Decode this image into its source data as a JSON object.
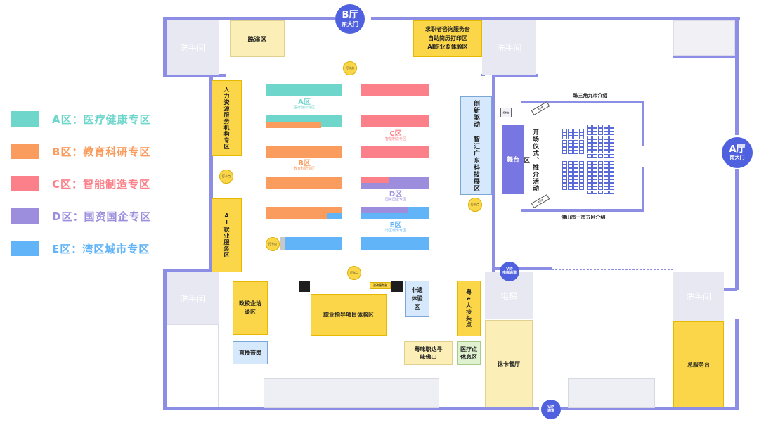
{
  "legend": [
    {
      "label": "A区：医疗健康专区",
      "color": "#6fd6cc"
    },
    {
      "label": "B区：教育科研专区",
      "color": "#f99c5e"
    },
    {
      "label": "C区：智能制造专区",
      "color": "#fb8089"
    },
    {
      "label": "D区：国资国企专区",
      "color": "#9c8edc"
    },
    {
      "label": "E区：湾区城市专区",
      "color": "#62b4f8"
    }
  ],
  "halls": {
    "b": {
      "title": "B厅",
      "sub": "东大门"
    },
    "a": {
      "title": "A厅",
      "sub": "南大门"
    }
  },
  "restrooms": [
    "洗手间",
    "洗手间",
    "洗手间",
    "洗手间"
  ],
  "elevator": "电梯",
  "vip": {
    "top": [
      "VIP",
      "电梯通道"
    ],
    "bottom": [
      "VIP",
      "通道"
    ]
  },
  "checkin": "打卡点",
  "areas": {
    "roadshow": "路演区",
    "jobseeker": "求职者咨询服务台\n自助简历打印区\nAI职业照体验区",
    "hr_agencies": "人力资源服务机构专区",
    "ai_service": "AI就业服务区",
    "innovation": "创新驱动 智汇广东科技展区",
    "stage": "舞台",
    "ceremony": "开场仪式、推介活动区",
    "pearl_delta": "珠三角九市介绍",
    "foshan": "佛山市一市五区介绍",
    "gov_school": "政校企洽谈区",
    "livestream": "直播带岗",
    "career_guidance": "职业指导项目体验区",
    "intangible": "非遗体验区",
    "yue_e": "粤e人接头点",
    "yuewei": "粤味职达寻味佛山",
    "medical": "医疗点休息区",
    "cafe": "徕卡餐厅",
    "main_desk": "总服务台",
    "consult": "咨询服务台",
    "console": "控制台",
    "screen_left": "显示屏",
    "screen_right": "显示屏"
  },
  "zones": {
    "a": {
      "name": "A区",
      "sub": "医疗健康专区"
    },
    "b": {
      "name": "B区",
      "sub": "教育科研专区"
    },
    "c": {
      "name": "C区",
      "sub": "智能制造专区"
    },
    "d": {
      "name": "D区",
      "sub": "国资国企专区"
    },
    "e": {
      "name": "E区",
      "sub": "湾区城市专区"
    }
  }
}
